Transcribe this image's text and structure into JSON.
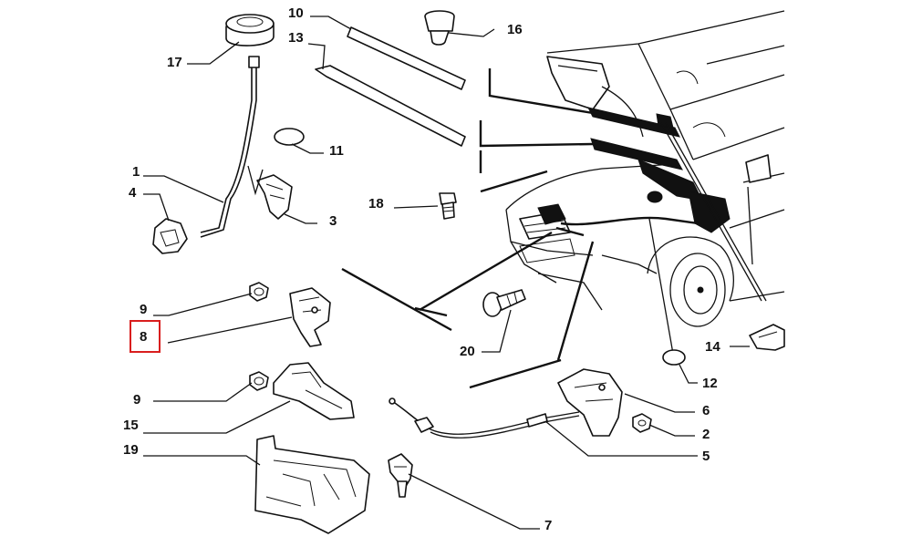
{
  "diagram": {
    "labels": {
      "l1": "1",
      "l2": "2",
      "l3": "3",
      "l4": "4",
      "l5": "5",
      "l6": "6",
      "l7": "7",
      "l8": "8",
      "l9a": "9",
      "l9b": "9",
      "l10": "10",
      "l11": "11",
      "l12": "12",
      "l13": "13",
      "l14": "14",
      "l15": "15",
      "l16": "16",
      "l17": "17",
      "l18": "18",
      "l19": "19",
      "l20": "20"
    },
    "highlighted_label": "8",
    "highlight_color": "#d91e1e"
  }
}
